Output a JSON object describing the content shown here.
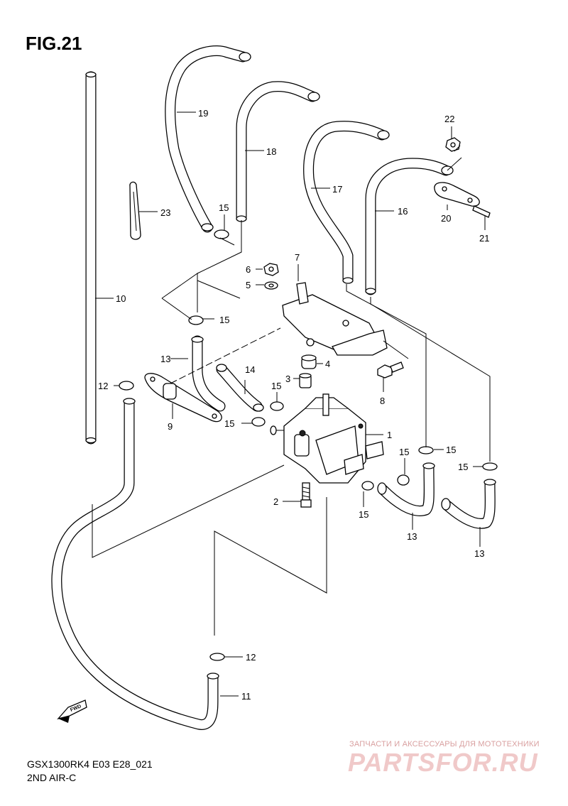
{
  "figure": {
    "title": "FIG.21",
    "model_code": "GSX1300RK4 E03 E28_021",
    "section_name": "2ND AIR-C"
  },
  "watermark": {
    "tagline": "ЗАПЧАСТИ И АКСЕССУАРЫ ДЛЯ МОТОТЕХНИКИ",
    "brand": "PARTSFOR.RU"
  },
  "fwd_marker": "FWD",
  "parts": {
    "p1": "1",
    "p2": "2",
    "p3": "3",
    "p4": "4",
    "p5": "5",
    "p6": "6",
    "p7": "7",
    "p8": "8",
    "p9": "9",
    "p10": "10",
    "p11": "11",
    "p12a": "12",
    "p12b": "12",
    "p13a": "13",
    "p13b": "13",
    "p13c": "13",
    "p14": "14",
    "p15a": "15",
    "p15b": "15",
    "p15c": "15",
    "p15d": "15",
    "p15e": "15",
    "p15f": "15",
    "p15g": "15",
    "p15h": "15",
    "p16": "16",
    "p17": "17",
    "p18": "18",
    "p19": "19",
    "p20": "20",
    "p21": "21",
    "p22": "22",
    "p23": "23"
  }
}
